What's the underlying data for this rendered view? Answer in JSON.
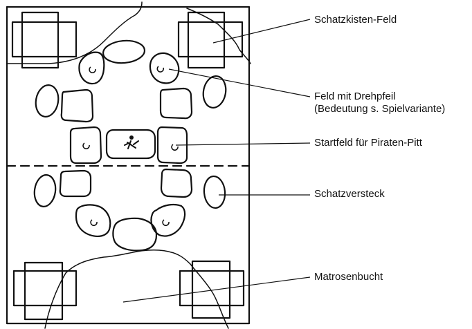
{
  "labels": {
    "treasure_chest_field": "Schatzkisten-Feld",
    "arrow_field_line1": "Feld mit Drehpfeil",
    "arrow_field_line2": "(Bedeutung s. Spielvariante)",
    "start_field": "Startfeld für Piraten-Pitt",
    "treasure_hiding": "Schatzversteck",
    "sailor_bay": "Matrosenbucht"
  },
  "colors": {
    "ink": "#111111",
    "paper": "#ffffff"
  },
  "icons": [
    "pirate-figure-icon",
    "turn-arrow-icon"
  ]
}
